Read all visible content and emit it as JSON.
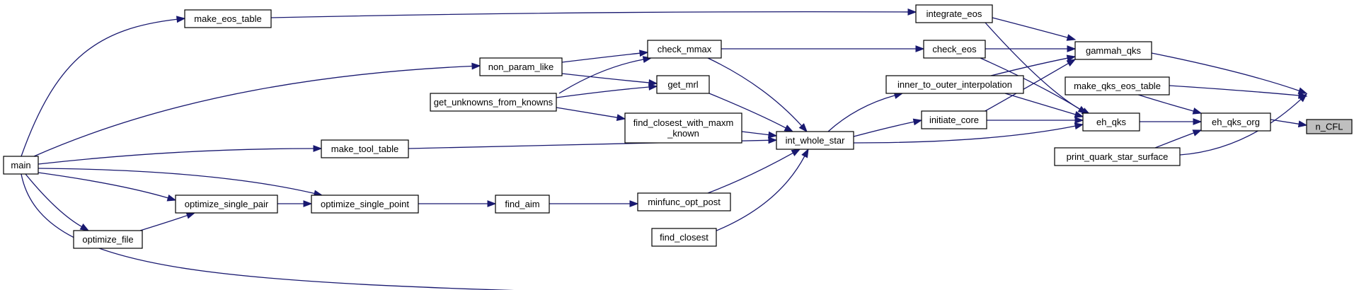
{
  "diagram": {
    "nodes": [
      {
        "id": "n_CFL",
        "lines": [
          "n_CFL"
        ],
        "highlight": true
      },
      {
        "id": "eh_qks_org",
        "lines": [
          "eh_qks_org"
        ]
      },
      {
        "id": "gammah_qks",
        "lines": [
          "gammah_qks"
        ]
      },
      {
        "id": "make_qks_eos_table",
        "lines": [
          "make_qks_eos_table"
        ]
      },
      {
        "id": "print_quark_star_surface",
        "lines": [
          "print_quark_star_surface"
        ]
      },
      {
        "id": "eh_qks",
        "lines": [
          "eh_qks"
        ]
      },
      {
        "id": "integrate_eos",
        "lines": [
          "integrate_eos"
        ]
      },
      {
        "id": "check_eos",
        "lines": [
          "check_eos"
        ]
      },
      {
        "id": "inner_to_outer_interpolation",
        "lines": [
          "inner_to_outer_interpolation"
        ]
      },
      {
        "id": "initiate_core",
        "lines": [
          "initiate_core"
        ]
      },
      {
        "id": "int_whole_star",
        "lines": [
          "int_whole_star"
        ]
      },
      {
        "id": "make_eos_table",
        "lines": [
          "make_eos_table"
        ]
      },
      {
        "id": "check_mmax",
        "lines": [
          "check_mmax"
        ]
      },
      {
        "id": "get_mrl",
        "lines": [
          "get_mrl"
        ]
      },
      {
        "id": "find_closest_with_maxm_known",
        "lines": [
          "find_closest_with_maxm",
          "_known"
        ]
      },
      {
        "id": "minfunc_opt_post",
        "lines": [
          "minfunc_opt_post"
        ]
      },
      {
        "id": "find_closest",
        "lines": [
          "find_closest"
        ]
      },
      {
        "id": "non_param_like",
        "lines": [
          "non_param_like"
        ]
      },
      {
        "id": "get_unknowns_from_knowns",
        "lines": [
          "get_unknowns_from_knowns"
        ]
      },
      {
        "id": "make_tool_table",
        "lines": [
          "make_tool_table"
        ]
      },
      {
        "id": "optimize_single_point",
        "lines": [
          "optimize_single_point"
        ]
      },
      {
        "id": "find_aim",
        "lines": [
          "find_aim"
        ]
      },
      {
        "id": "optimize_single_pair",
        "lines": [
          "optimize_single_pair"
        ]
      },
      {
        "id": "optimize_file",
        "lines": [
          "optimize_file"
        ]
      },
      {
        "id": "main",
        "lines": [
          "main"
        ]
      }
    ],
    "edges": [
      {
        "from": "eh_qks_org",
        "to": "n_CFL"
      },
      {
        "from": "gammah_qks",
        "to": "n_CFL"
      },
      {
        "from": "make_qks_eos_table",
        "to": "n_CFL"
      },
      {
        "from": "print_quark_star_surface",
        "to": "n_CFL"
      },
      {
        "from": "eh_qks",
        "to": "eh_qks_org"
      },
      {
        "from": "make_qks_eos_table",
        "to": "eh_qks_org"
      },
      {
        "from": "print_quark_star_surface",
        "to": "eh_qks_org"
      },
      {
        "from": "integrate_eos",
        "to": "gammah_qks"
      },
      {
        "from": "check_eos",
        "to": "gammah_qks"
      },
      {
        "from": "inner_to_outer_interpolation",
        "to": "gammah_qks"
      },
      {
        "from": "initiate_core",
        "to": "gammah_qks"
      },
      {
        "from": "integrate_eos",
        "to": "eh_qks"
      },
      {
        "from": "check_eos",
        "to": "eh_qks"
      },
      {
        "from": "inner_to_outer_interpolation",
        "to": "eh_qks"
      },
      {
        "from": "initiate_core",
        "to": "eh_qks"
      },
      {
        "from": "int_whole_star",
        "to": "eh_qks"
      },
      {
        "from": "make_eos_table",
        "to": "integrate_eos"
      },
      {
        "from": "check_mmax",
        "to": "check_eos"
      },
      {
        "from": "int_whole_star",
        "to": "inner_to_outer_interpolation"
      },
      {
        "from": "int_whole_star",
        "to": "initiate_core"
      },
      {
        "from": "check_mmax",
        "to": "int_whole_star"
      },
      {
        "from": "get_mrl",
        "to": "int_whole_star"
      },
      {
        "from": "find_closest_with_maxm_known",
        "to": "int_whole_star"
      },
      {
        "from": "make_tool_table",
        "to": "int_whole_star"
      },
      {
        "from": "minfunc_opt_post",
        "to": "int_whole_star"
      },
      {
        "from": "find_closest",
        "to": "int_whole_star"
      },
      {
        "from": "main",
        "to": "int_whole_star"
      },
      {
        "from": "non_param_like",
        "to": "check_mmax"
      },
      {
        "from": "get_unknowns_from_knowns",
        "to": "check_mmax"
      },
      {
        "from": "non_param_like",
        "to": "get_mrl"
      },
      {
        "from": "get_unknowns_from_knowns",
        "to": "get_mrl"
      },
      {
        "from": "get_unknowns_from_knowns",
        "to": "find_closest_with_maxm_known"
      },
      {
        "from": "find_aim",
        "to": "minfunc_opt_post"
      },
      {
        "from": "optimize_single_point",
        "to": "find_aim"
      },
      {
        "from": "optimize_single_pair",
        "to": "optimize_single_point"
      },
      {
        "from": "main",
        "to": "optimize_single_point"
      },
      {
        "from": "main",
        "to": "optimize_single_pair"
      },
      {
        "from": "optimize_file",
        "to": "optimize_single_pair"
      },
      {
        "from": "main",
        "to": "optimize_file"
      },
      {
        "from": "main",
        "to": "make_eos_table"
      },
      {
        "from": "main",
        "to": "non_param_like"
      },
      {
        "from": "main",
        "to": "make_tool_table"
      }
    ]
  }
}
